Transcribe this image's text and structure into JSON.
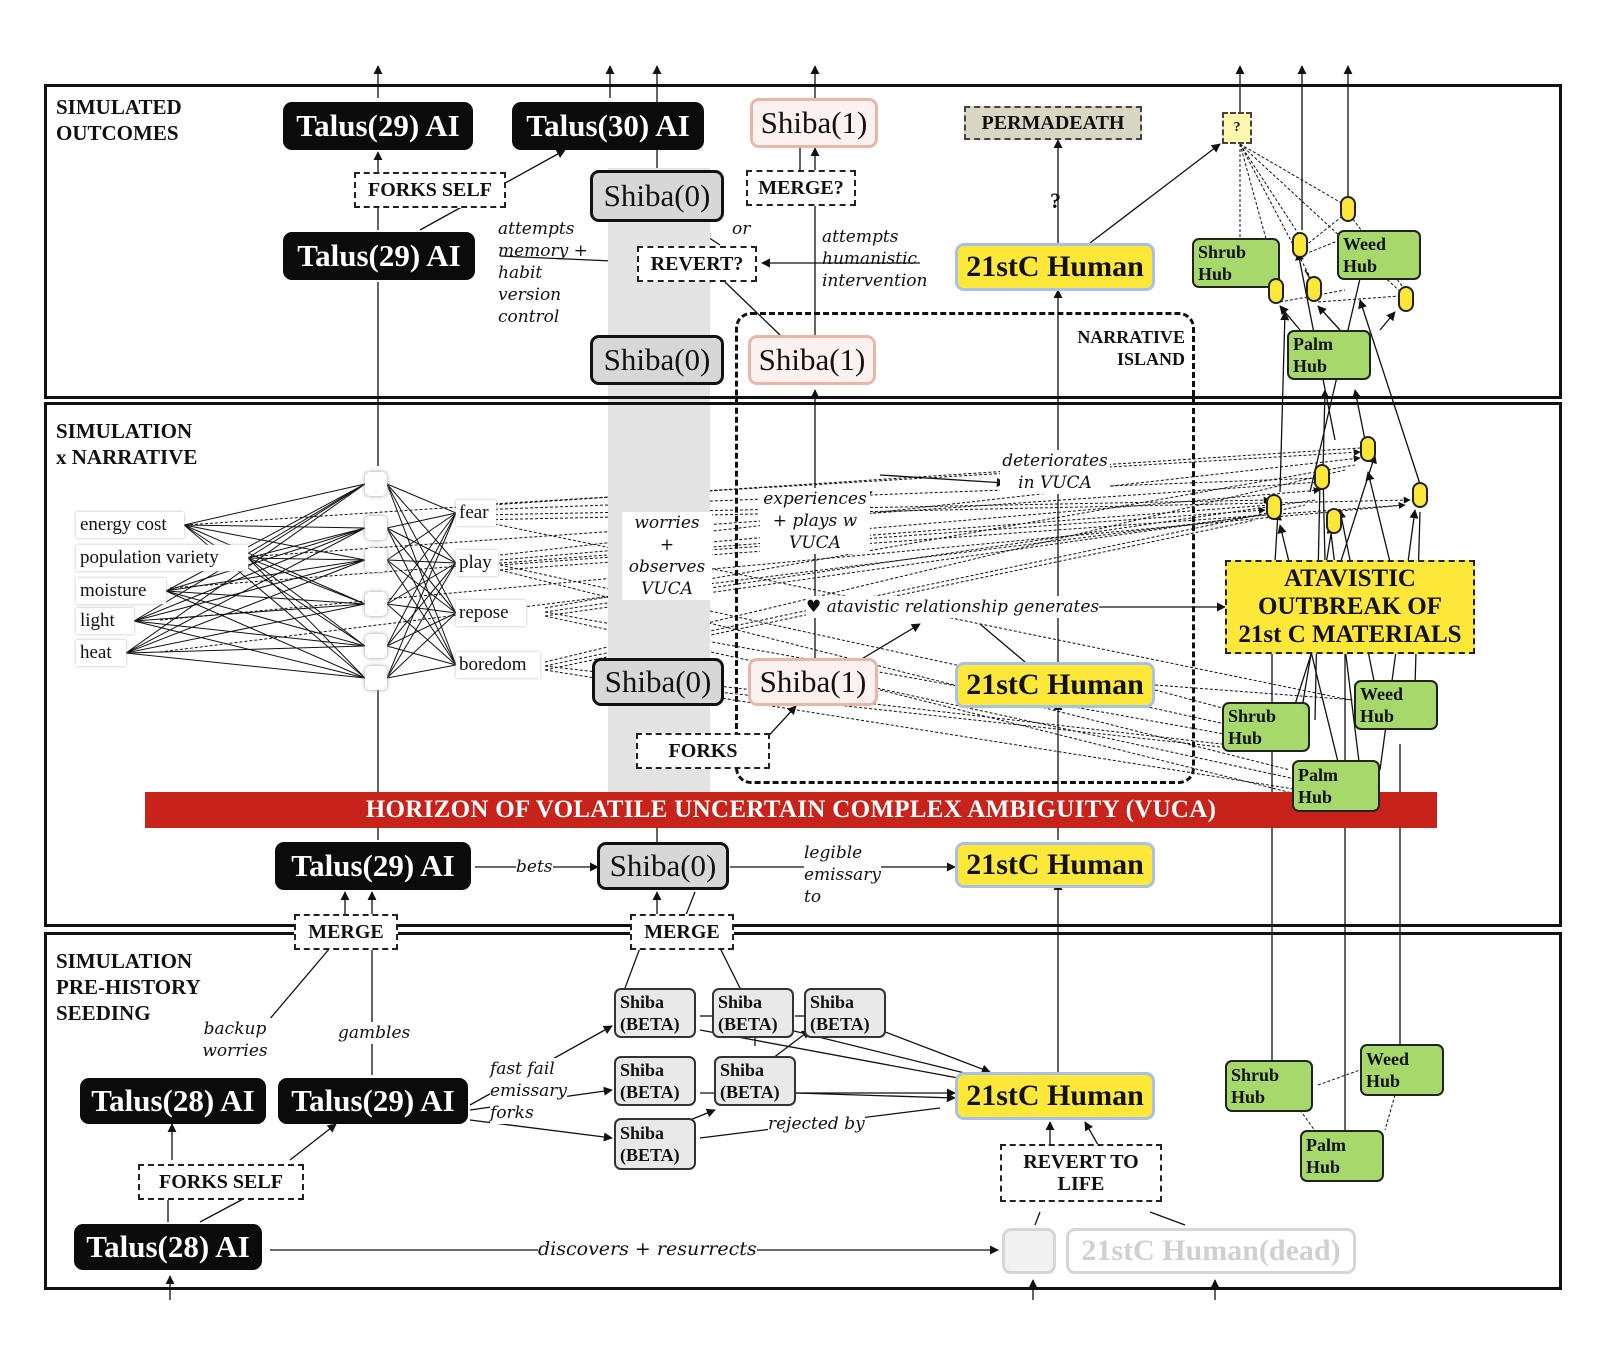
{
  "panels": {
    "outcomes": "SIMULATED\nOUTCOMES",
    "narrative": "SIMULATION\nx NARRATIVE",
    "prehistory": "SIMULATION\nPRE-HISTORY\nSEEDING"
  },
  "island_label": "NARRATIVE\nISLAND",
  "vuca_banner": "HORIZON OF VOLATILE UNCERTAIN COMPLEX AMBIGUITY (VUCA)",
  "nodes": {
    "talus29_top": "Talus(29) AI",
    "talus30_top": "Talus(30) AI",
    "shiba1_top": "Shiba(1)",
    "permadeath": "PERMADEATH",
    "qbox": "?",
    "shiba0_a": "Shiba(0)",
    "talus29_mid": "Talus(29) AI",
    "human_top": "21stC Human",
    "shiba0_b": "Shiba(0)",
    "shiba1_b": "Shiba(1)",
    "shiba0_c": "Shiba(0)",
    "shiba1_c": "Shiba(1)",
    "human_mid": "21stC Human",
    "talus29_bet": "Talus(29) AI",
    "shiba0_bet": "Shiba(0)",
    "human_bet": "21stC Human",
    "talus28_a": "Talus(28) AI",
    "talus29_low": "Talus(29) AI",
    "human_low": "21stC Human",
    "talus28_b": "Talus(28) AI",
    "human_dead": "21stC Human(dead)",
    "beta": "Shiba\n(BETA)"
  },
  "tags": {
    "forks_self_top": "FORKS SELF",
    "merge_q": "MERGE?",
    "revert_q": "REVERT?",
    "forks": "FORKS",
    "merge_left": "MERGE",
    "merge_right": "MERGE",
    "forks_self_low": "FORKS SELF",
    "revert_to_life": "REVERT TO\nLIFE",
    "atavistic": "ATAVISTIC\nOUTBREAK OF\n21st C MATERIALS"
  },
  "labels": {
    "attempts_memory": "attempts\nmemory +\nhabit\nversion\ncontrol",
    "or": "or",
    "attempts_humanistic": "attempts\nhumanistic\nintervention",
    "question": "?",
    "deteriorates": "deteriorates\nin VUCA",
    "experiences": "experiences\n+ plays w\nVUCA",
    "worries": "worries\n+\nobserves\nVUCA",
    "atavistic_rel": "♥ atavistic relationship generates",
    "bets": "bets",
    "legible": "legible\nemissary\nto",
    "backup": "backup\nworries",
    "gambles": "gambles",
    "fast_fail": "fast fail\nemissary\nforks",
    "rejected": "rejected by",
    "discovers": "discovers + resurrects"
  },
  "inputs": [
    "energy cost",
    "population variety",
    "moisture",
    "light",
    "heat"
  ],
  "emotions": [
    "fear",
    "play",
    "repose",
    "boredom"
  ],
  "hubs": {
    "shrub": "Shrub\nHub",
    "weed": "Weed\nHub",
    "palm": "Palm\nHub"
  },
  "colors": {
    "vuca_red": "#c8231a",
    "human_yellow": "#fde83a",
    "hub_green": "#a7d86b",
    "talus_black": "#0b0b0b",
    "shiba0_grey": "#d7d7d7",
    "shiba1_pink": "#fbf2ef"
  }
}
